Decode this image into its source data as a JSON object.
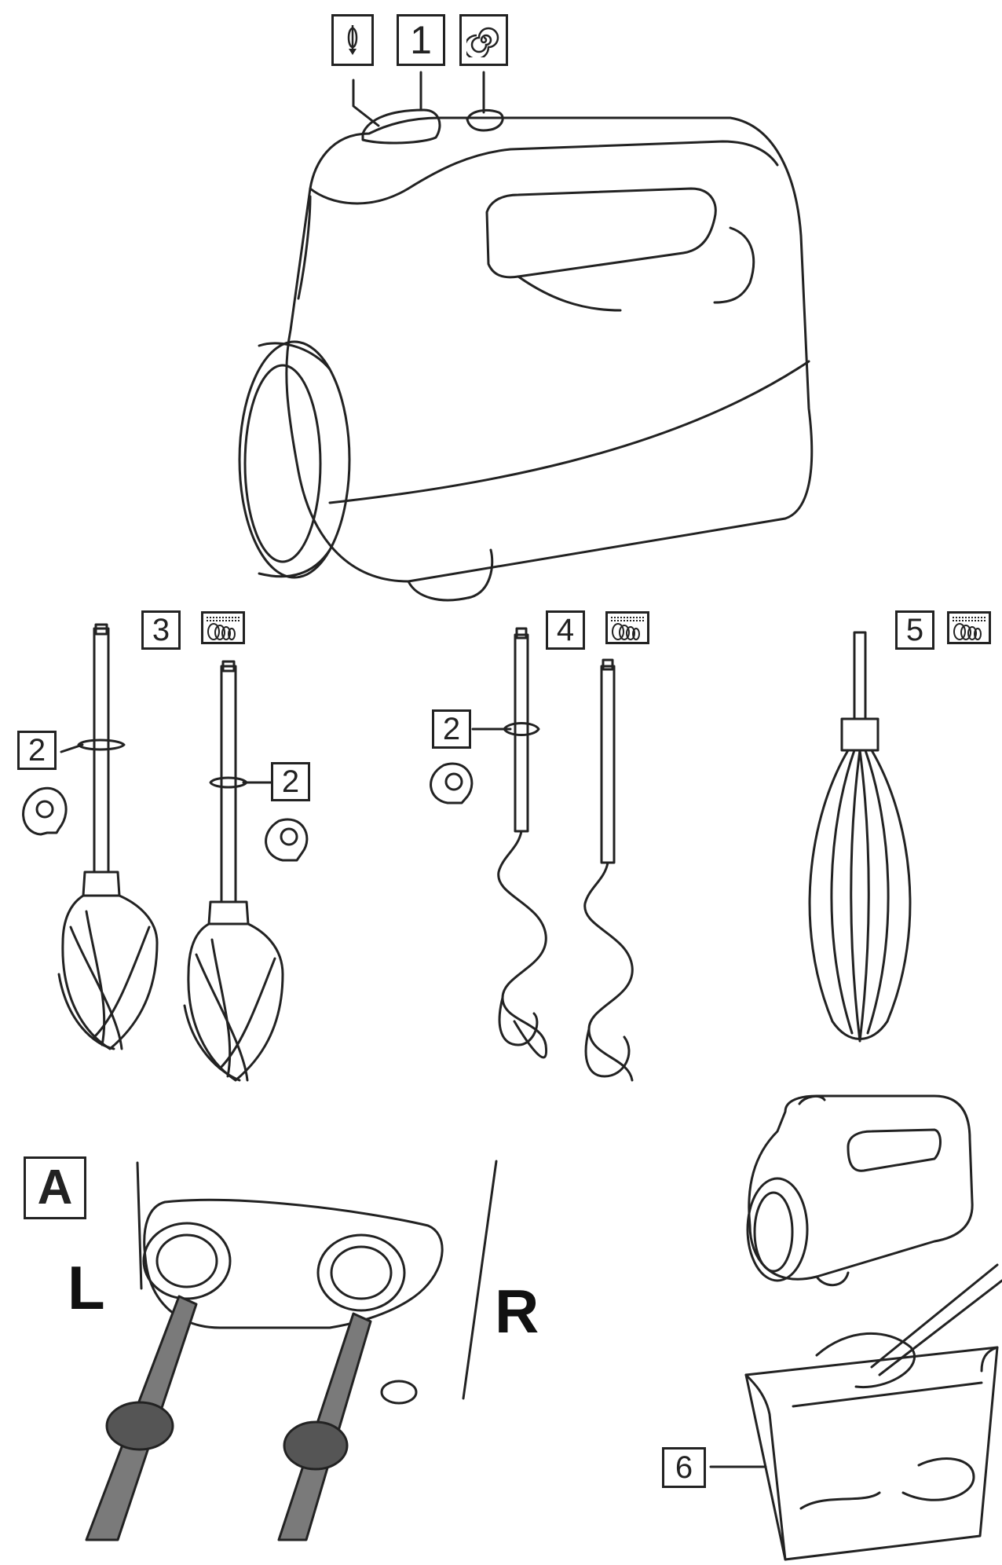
{
  "callouts": {
    "mixer_body": "1",
    "ejector_key": "2",
    "beaters": "3",
    "dough_hooks": "4",
    "whisk": "5",
    "storage_case": "6"
  },
  "section": {
    "label": "A",
    "left": "L",
    "right": "R"
  },
  "icons": {
    "eject": "eject-button-icon",
    "turbo": "turbo-spiral-icon",
    "dishwasher": "dishwasher-safe-icon"
  },
  "colors": {
    "line": "#222222",
    "shaft": "#7a7a7a",
    "shaft_dark": "#555555"
  }
}
